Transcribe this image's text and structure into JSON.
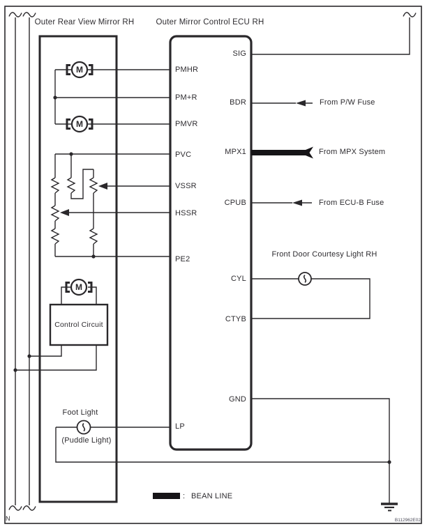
{
  "page": {
    "corner_letter": "N",
    "figure_code": "B112962E02"
  },
  "mirror_unit": {
    "title": "Outer Rear View Mirror RH",
    "control_circuit_label": "Control Circuit",
    "foot_light_label": "Foot Light",
    "puddle_light_label": "(Puddle Light)",
    "motor_letter": "M"
  },
  "ecu": {
    "title": "Outer Mirror Control ECU RH",
    "left_pins": [
      "PMHR",
      "PM+R",
      "PMVR",
      "PVC",
      "VSSR",
      "HSSR",
      "PE2",
      "LP"
    ],
    "right_pins": [
      "SIG",
      "BDR",
      "MPX1",
      "CPUB",
      "CYL",
      "CTYB",
      "GND"
    ]
  },
  "external": {
    "bdr_source": "From P/W Fuse",
    "mpx_source": "From MPX System",
    "cpub_source": "From ECU-B Fuse",
    "courtesy_light_title": "Front Door Courtesy Light RH"
  },
  "legend": {
    "separator": ":",
    "label": "BEAN LINE"
  },
  "colors": {
    "line": "#2a282b",
    "background": "#ffffff"
  }
}
